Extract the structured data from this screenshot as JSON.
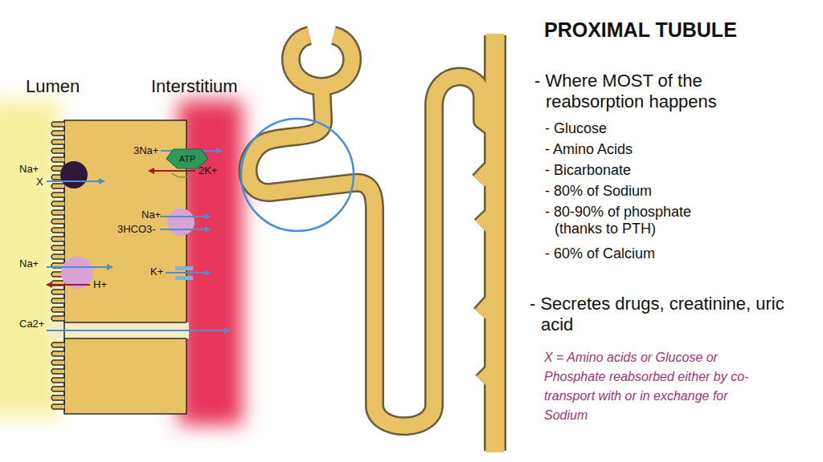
{
  "diagram": {
    "title": "PROXIMAL TUBULE",
    "nodes": [
      {
        "text": [
          "ATP"
        ]
      }
    ],
    "labels": [
      "Lumen",
      "Interstitium",
      "3Na+",
      "2K+",
      "Na+",
      "X",
      "Na+",
      "3HCO3-",
      "Na+",
      "H+",
      "K+",
      "Ca2+",
      "- Where MOST of the reabsorption happens",
      "- Glucose",
      "- Amino Acids",
      "- Bicarbonate",
      "- 80% of Sodium",
      "- 80-90% of phosphate (thanks to PTH)",
      "- 60% of Calcium",
      "- Secretes drugs, creatinine, uric acid",
      "X = Amino acids or Glucose or Phosphate reabsorbed either by co-transport with or in exchange for Sodium"
    ]
  }
}
